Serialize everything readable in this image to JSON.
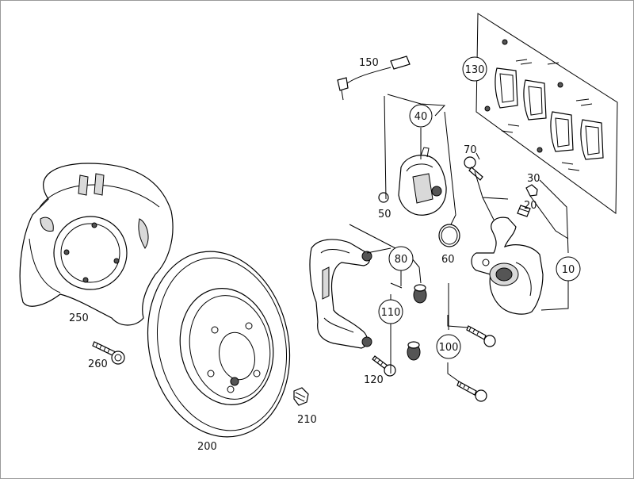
{
  "diagram": {
    "labels": {
      "p10": "10",
      "p20": "20",
      "p30": "30",
      "p40": "40",
      "p50": "50",
      "p60": "60",
      "p70": "70",
      "p80": "80",
      "p100": "100",
      "p110": "110",
      "p120": "120",
      "p130": "130",
      "p150": "150",
      "p200": "200",
      "p210": "210",
      "p250": "250",
      "p260": "260"
    }
  }
}
